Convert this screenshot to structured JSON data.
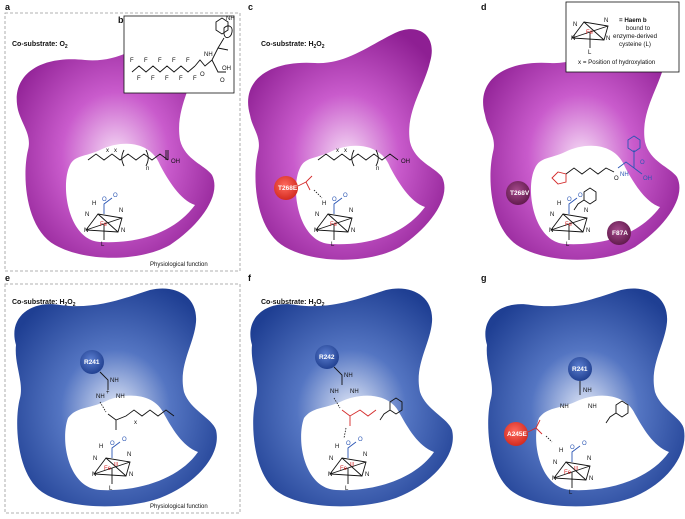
{
  "panels": {
    "a": {
      "label": "a",
      "cosubstrate": "Co-substrate: O",
      "cosub_sub": "2",
      "footer": "Physiological function"
    },
    "b": {
      "label": "b"
    },
    "c": {
      "label": "c",
      "cosubstrate": "Co-substrate: H",
      "cosub_sub": "2",
      "cosub_tail": "O",
      "cosub_sub2": "2",
      "mutation": "T268E"
    },
    "d": {
      "label": "d",
      "mutation1": "T268V",
      "mutation2": "F87A"
    },
    "e": {
      "label": "e",
      "cosubstrate": "Co-substrate: H",
      "cosub_sub": "2",
      "cosub_tail": "O",
      "cosub_sub2": "2",
      "residue": "R241",
      "footer": "Physiological function"
    },
    "f": {
      "label": "f",
      "cosubstrate": "Co-substrate: H",
      "cosub_sub": "2",
      "cosub_tail": "O",
      "cosub_sub2": "2",
      "residue": "R242"
    },
    "g": {
      "label": "g",
      "residue": "R241",
      "mutation": "A245E"
    }
  },
  "legend": {
    "haem_label": "= Haem b",
    "haem_line2": "bound to",
    "haem_line3": "enzyme-derived",
    "haem_line4": "cysteine (L)",
    "position_note": "x = Position of hydroxylation"
  },
  "atoms": {
    "fe": "Fe",
    "fe3": "III",
    "n": "N",
    "l": "L",
    "x": "x",
    "n_sub": "n",
    "oh": "OH",
    "o": "O",
    "h": "H",
    "nh2": "NH",
    "nh": "NH",
    "f": "F",
    "plus": "+"
  },
  "colors": {
    "magenta": "#b52fb8",
    "blue": "#2a4fa8",
    "red": "#e23a2c",
    "dark_purple": "#7a2060",
    "substrate_red": "#d42a2a",
    "substrate_blue": "#2b56b4"
  }
}
